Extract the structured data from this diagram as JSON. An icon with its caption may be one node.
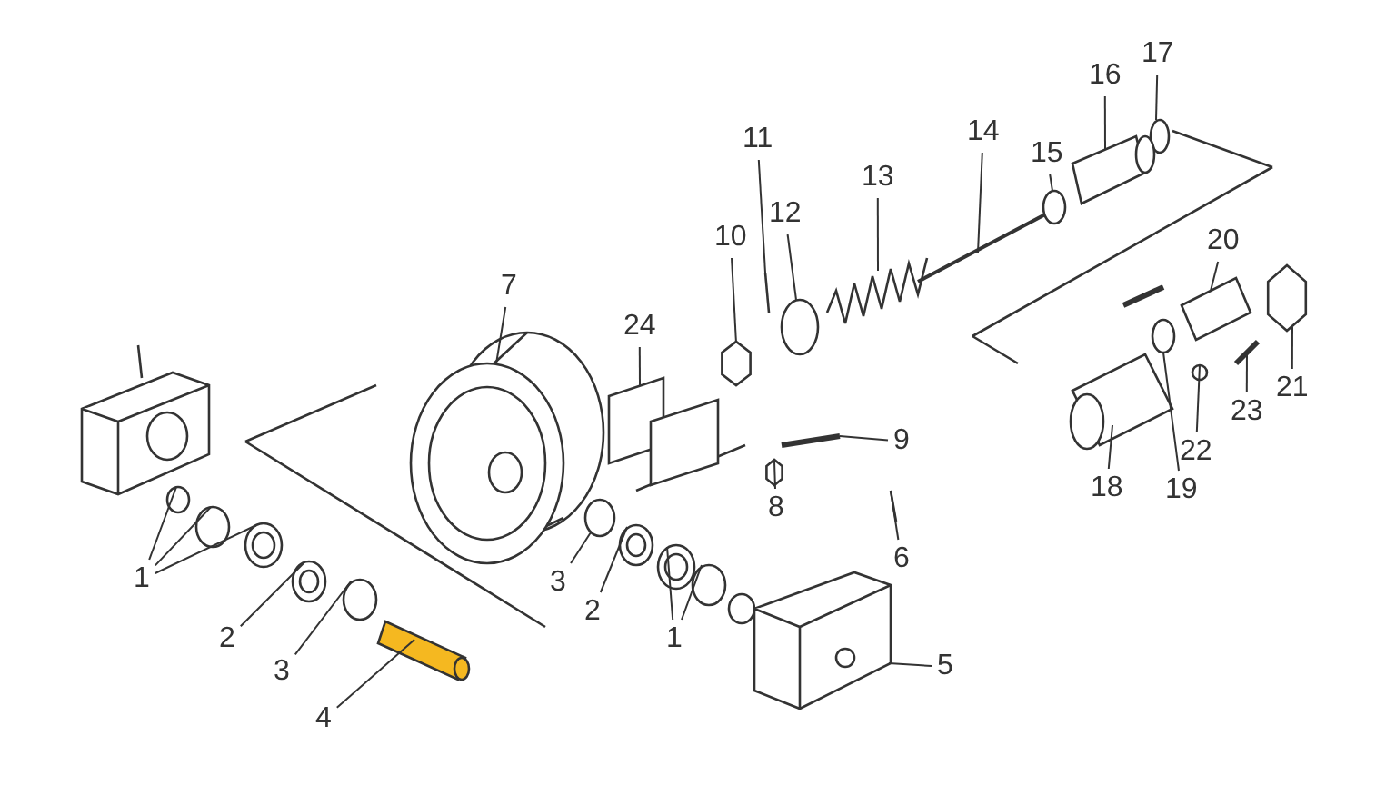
{
  "diagram": {
    "nodes": [
      {
        "text": [
          "17"
        ]
      },
      {
        "text": [
          "16"
        ]
      },
      {
        "text": [
          "14"
        ]
      },
      {
        "text": [
          "11"
        ]
      },
      {
        "text": [
          "15"
        ]
      },
      {
        "text": [
          "13"
        ]
      },
      {
        "text": [
          "12"
        ]
      },
      {
        "text": [
          "10"
        ]
      },
      {
        "text": [
          "20"
        ]
      },
      {
        "text": [
          "7"
        ]
      },
      {
        "text": [
          "24"
        ]
      },
      {
        "text": [
          "21"
        ]
      },
      {
        "text": [
          "23"
        ]
      },
      {
        "text": [
          "9"
        ]
      },
      {
        "text": [
          "22"
        ]
      },
      {
        "text": [
          "18"
        ]
      },
      {
        "text": [
          "19"
        ]
      },
      {
        "text": [
          "8"
        ]
      },
      {
        "text": [
          "6"
        ]
      },
      {
        "text": [
          "1"
        ]
      },
      {
        "text": [
          "3"
        ]
      },
      {
        "text": [
          "2"
        ]
      },
      {
        "text": [
          "2"
        ]
      },
      {
        "text": [
          "1"
        ]
      },
      {
        "text": [
          "5"
        ]
      },
      {
        "text": [
          "3"
        ]
      },
      {
        "text": [
          "4"
        ]
      },
      {
        "text": [],
        "shape": "circle"
      },
      {
        "text": [],
        "shape": "picture"
      },
      {
        "text": [],
        "shape": "picture"
      },
      {
        "text": [],
        "shape": "picture"
      },
      {
        "text": [],
        "shape": "circle"
      },
      {
        "text": [],
        "shape": "picture"
      },
      {
        "text": [],
        "shape": "circle"
      },
      {
        "text": [],
        "shape": "hexagon"
      },
      {
        "text": [],
        "shape": "picture"
      },
      {
        "text": [],
        "shape": "picture"
      },
      {
        "text": [],
        "shape": "picture"
      },
      {
        "text": [],
        "shape": "hexagon"
      },
      {
        "text": [],
        "shape": "picture"
      },
      {
        "text": [],
        "shape": "picture"
      },
      {
        "text": [],
        "shape": "circle"
      },
      {
        "text": [],
        "shape": "picture"
      },
      {
        "text": [],
        "shape": "circle"
      },
      {
        "text": [],
        "shape": "hexagon"
      },
      {
        "text": [],
        "shape": "picture"
      },
      {
        "text": [],
        "shape": "circle"
      },
      {
        "text": [],
        "shape": "circle"
      },
      {
        "text": [],
        "shape": "picture"
      },
      {
        "text": [],
        "shape": "circle"
      },
      {
        "text": [],
        "shape": "picture"
      },
      {
        "text": [],
        "shape": "picture"
      },
      {
        "text": [],
        "shape": "picture"
      },
      {
        "text": [],
        "shape": "circle"
      },
      {
        "text": [],
        "shape": "picture"
      },
      {
        "text": [],
        "shape": "circle"
      },
      {
        "text": [],
        "shape": "picture"
      }
    ],
    "edges": [
      {
        "from": 0,
        "to": 27,
        "arrow": "none"
      },
      {
        "from": 1,
        "to": 28,
        "arrow": "none"
      },
      {
        "from": 2,
        "to": 29,
        "arrow": "none"
      },
      {
        "from": 3,
        "to": 30,
        "arrow": "none"
      },
      {
        "from": 4,
        "to": 31,
        "arrow": "none"
      },
      {
        "from": 5,
        "to": 32,
        "arrow": "none"
      },
      {
        "from": 6,
        "to": 33,
        "arrow": "none"
      },
      {
        "from": 7,
        "to": 34,
        "arrow": "none"
      },
      {
        "from": 8,
        "to": 35,
        "arrow": "none"
      },
      {
        "from": 9,
        "to": 36,
        "arrow": "none"
      },
      {
        "from": 10,
        "to": 37,
        "arrow": "none"
      },
      {
        "from": 11,
        "to": 38,
        "arrow": "none"
      },
      {
        "from": 12,
        "to": 39,
        "arrow": "none"
      },
      {
        "from": 13,
        "to": 40,
        "arrow": "none"
      },
      {
        "from": 14,
        "to": 41,
        "arrow": "none"
      },
      {
        "from": 15,
        "to": 42,
        "arrow": "none"
      },
      {
        "from": 16,
        "to": 43,
        "arrow": "none"
      },
      {
        "from": 17,
        "to": 44,
        "arrow": "none"
      },
      {
        "from": 18,
        "to": 45,
        "arrow": "none"
      },
      {
        "from": 19,
        "to": 46,
        "arrow": "none"
      },
      {
        "from": 19,
        "to": 47,
        "arrow": "none"
      },
      {
        "from": 19,
        "to": 48,
        "arrow": "none"
      },
      {
        "from": 20,
        "to": 49,
        "arrow": "none"
      },
      {
        "from": 21,
        "to": 50,
        "arrow": "none"
      },
      {
        "from": 22,
        "to": 51,
        "arrow": "none"
      },
      {
        "from": 23,
        "to": 52,
        "arrow": "none"
      },
      {
        "from": 23,
        "to": 53,
        "arrow": "none"
      },
      {
        "from": 24,
        "to": 54,
        "arrow": "none"
      },
      {
        "from": 25,
        "to": 55,
        "arrow": "none"
      },
      {
        "from": 26,
        "to": 56,
        "arrow": "none"
      }
    ]
  }
}
